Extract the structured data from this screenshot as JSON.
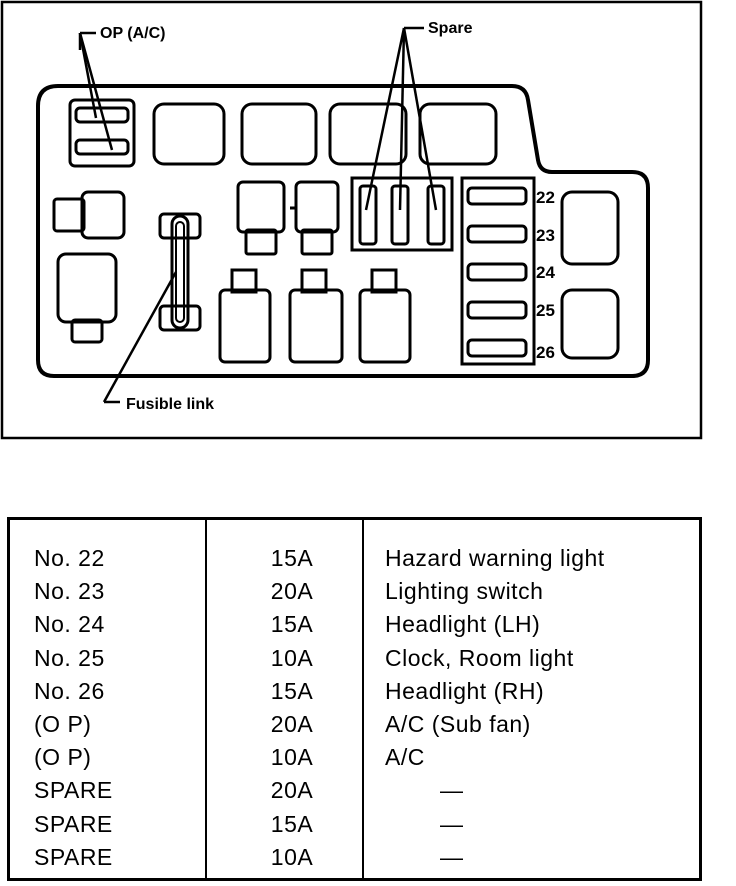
{
  "diagram": {
    "labels": {
      "op_ac": "OP (A/C)",
      "spare": "Spare",
      "fusible_link": "Fusible link"
    },
    "fuse_numbers": [
      "22",
      "23",
      "24",
      "25",
      "26"
    ]
  },
  "table": {
    "rows": [
      {
        "fuse": "No. 22",
        "amp": "15A",
        "circuit": "Hazard warning light"
      },
      {
        "fuse": "No. 23",
        "amp": "20A",
        "circuit": "Lighting switch"
      },
      {
        "fuse": "No. 24",
        "amp": "15A",
        "circuit": "Headlight (LH)"
      },
      {
        "fuse": "No. 25",
        "amp": "10A",
        "circuit": "Clock, Room light"
      },
      {
        "fuse": "No. 26",
        "amp": "15A",
        "circuit": "Headlight (RH)"
      },
      {
        "fuse": "(O P)",
        "amp": "20A",
        "circuit": "A/C (Sub fan)"
      },
      {
        "fuse": "(O P)",
        "amp": "10A",
        "circuit": "A/C"
      },
      {
        "fuse": "SPARE",
        "amp": "20A",
        "circuit": "—"
      },
      {
        "fuse": "SPARE",
        "amp": "15A",
        "circuit": "—"
      },
      {
        "fuse": "SPARE",
        "amp": "10A",
        "circuit": "—"
      }
    ]
  }
}
